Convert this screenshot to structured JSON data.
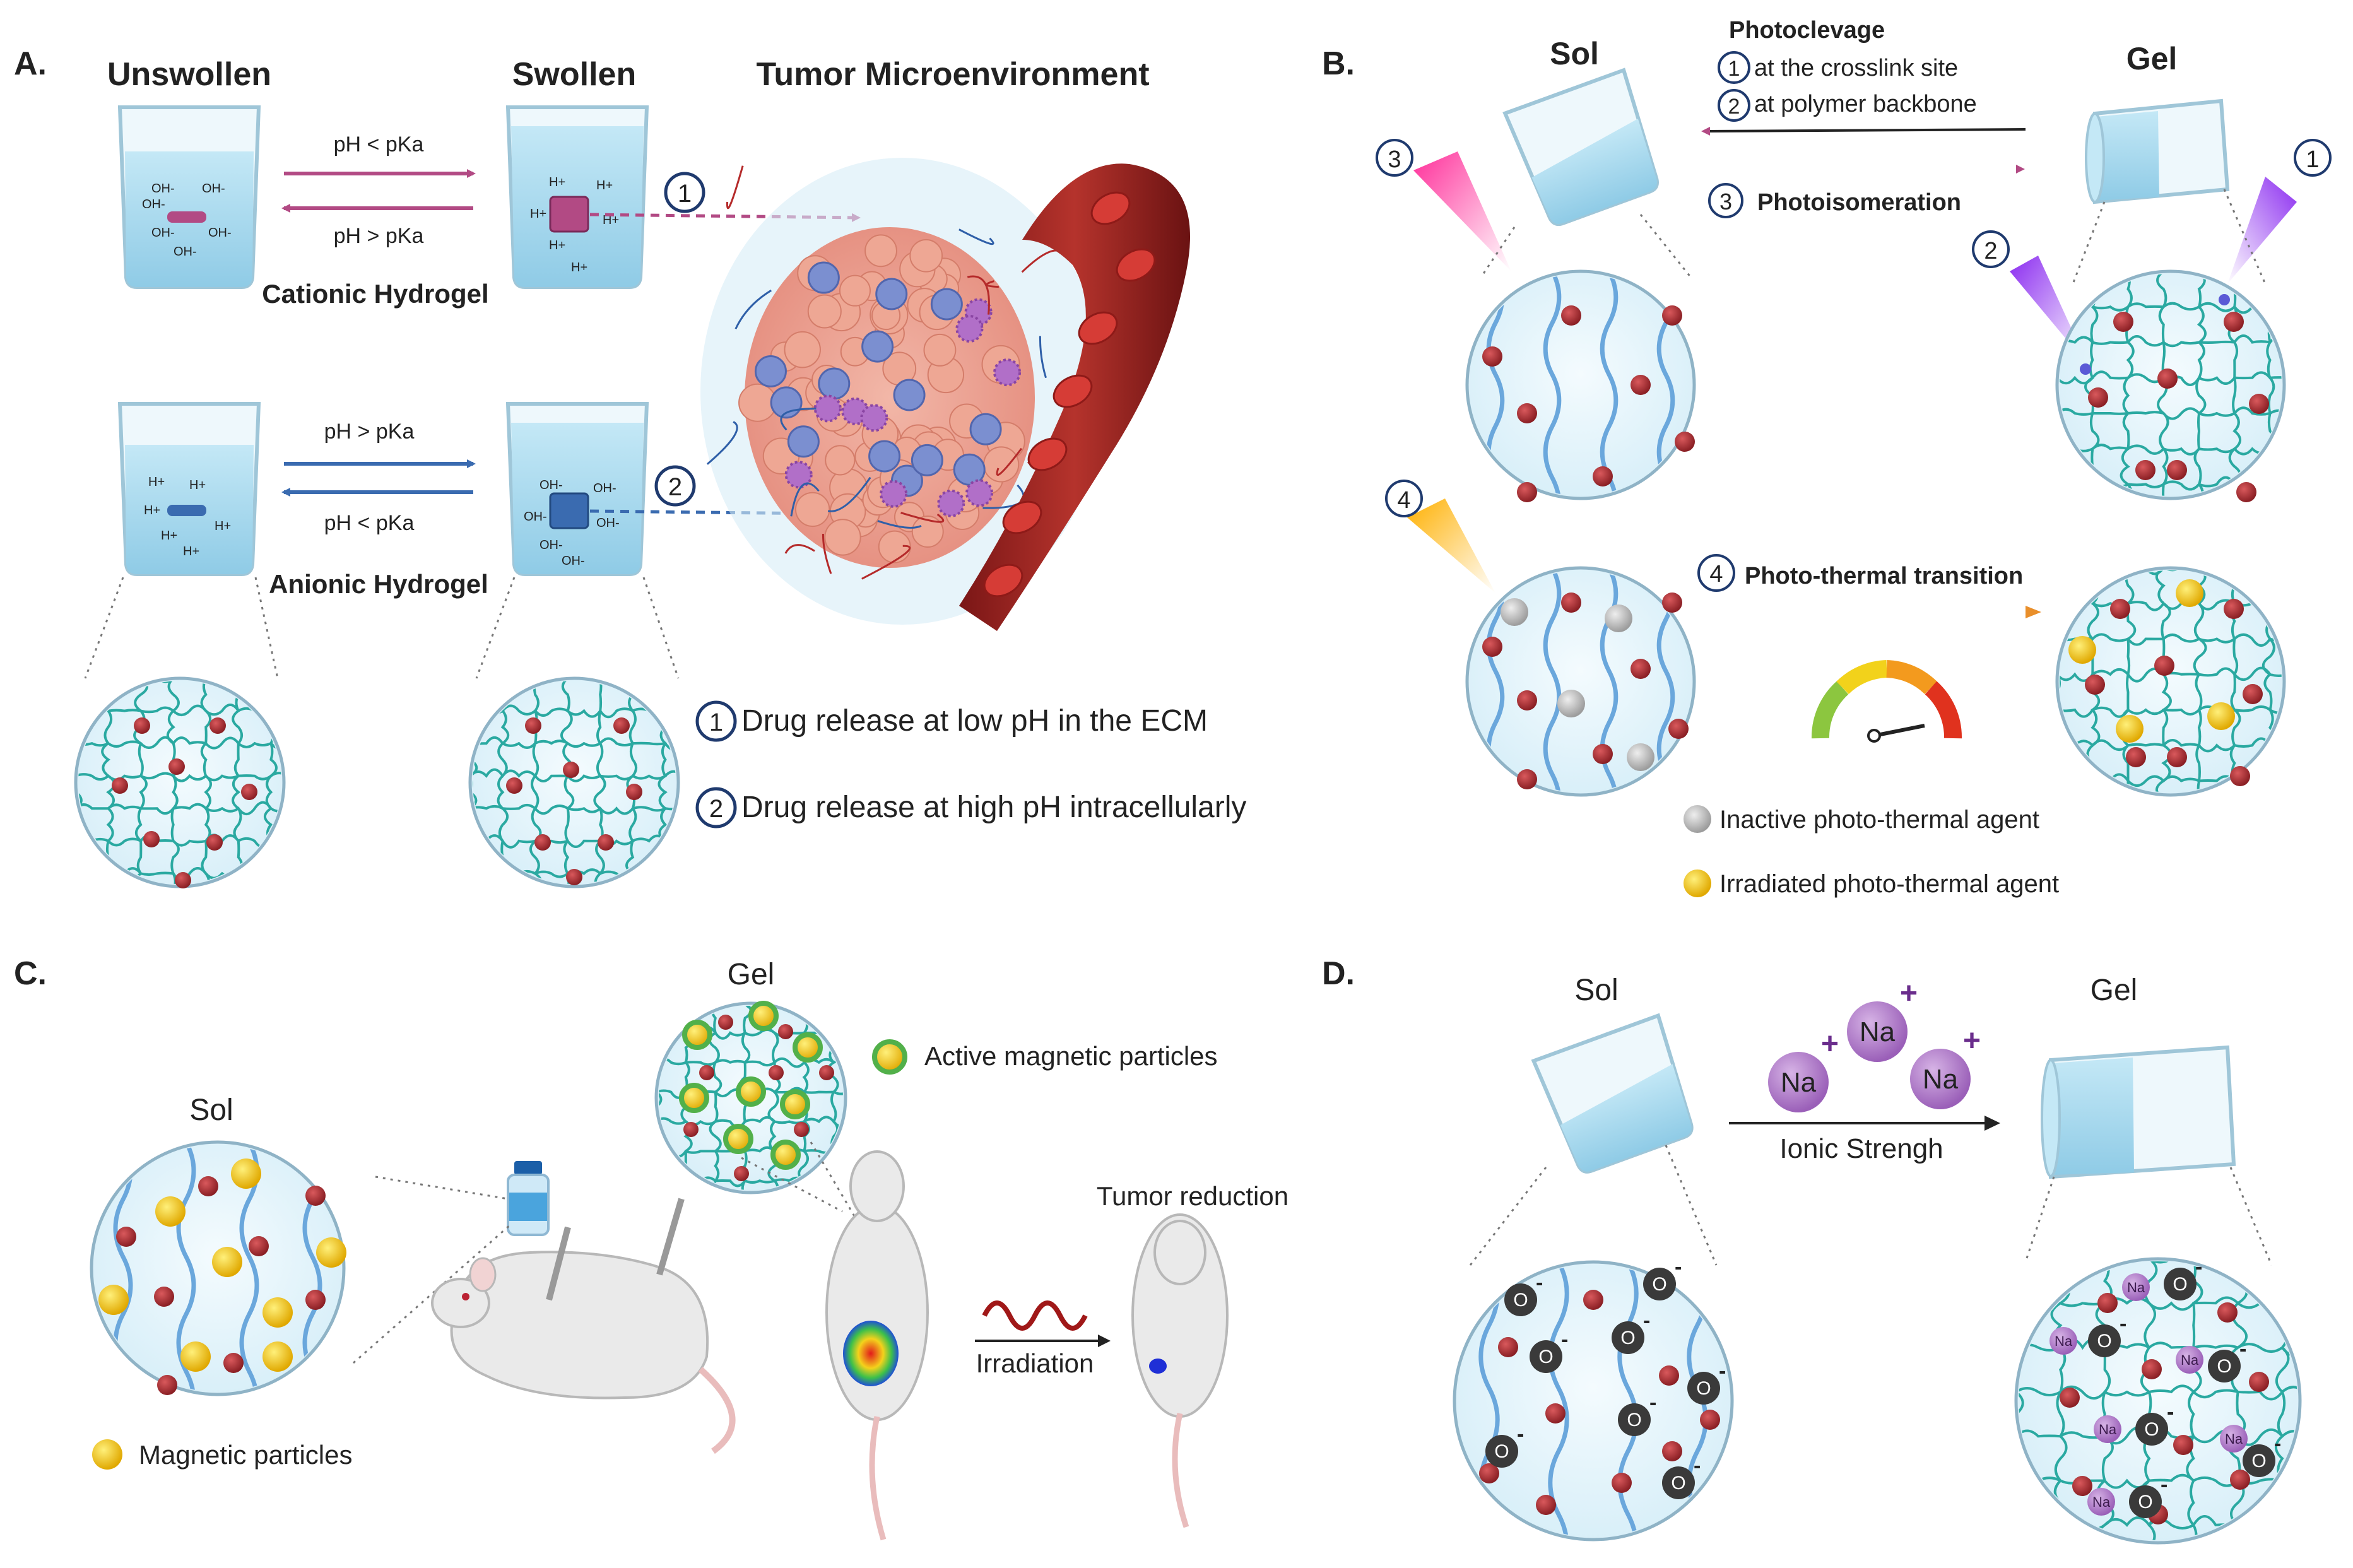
{
  "panel_a": {
    "letter": "A.",
    "unswollen": "Unswollen",
    "swollen": "Swollen",
    "tme": "Tumor Microenvironment",
    "top_arrow_fwd": "pH < pKa",
    "top_arrow_back": "pH > pKa",
    "cationic": "Cationic Hydrogel",
    "bot_arrow_fwd": "pH > pKa",
    "bot_arrow_back": "pH < pKa",
    "anionic": "Anionic Hydrogel",
    "num1": "1",
    "num2": "2",
    "legend1": "Drug release at low pH in the ECM",
    "legend2": "Drug release at high pH intracellularly",
    "oh": "OH-",
    "h": "H+"
  },
  "panel_b": {
    "letter": "B.",
    "sol": "Sol",
    "gel": "Gel",
    "photoclevage": "Photoclevage",
    "crosslink": "at the crosslink site",
    "backbone": "at polymer backbone",
    "photoisomeration": "Photoisomeration",
    "photothermal": "Photo-thermal transition",
    "inactive": "Inactive photo-thermal agent",
    "irradiated": "Irradiated photo-thermal agent",
    "n1": "1",
    "n2": "2",
    "n3": "3",
    "n4": "4"
  },
  "panel_c": {
    "letter": "C.",
    "gel": "Gel",
    "sol": "Sol",
    "active": "Active magnetic particles",
    "magnetic": "Magnetic particles",
    "tumor_reduction": "Tumor reduction",
    "irradiation": "Irradiation"
  },
  "panel_d": {
    "letter": "D.",
    "sol": "Sol",
    "gel": "Gel",
    "ionic": "Ionic Strengh",
    "na": "Na",
    "o": "O"
  },
  "colors": {
    "cationic_arrow": "#b24a84",
    "anionic_arrow": "#3a6bb0",
    "water": "#a9d9ef",
    "dot": "#a82f33",
    "mesh": "#2aa9a1",
    "chain": "#6aa7dc",
    "yellow": "#f4c20d",
    "na_purple": "#b07ac8"
  }
}
